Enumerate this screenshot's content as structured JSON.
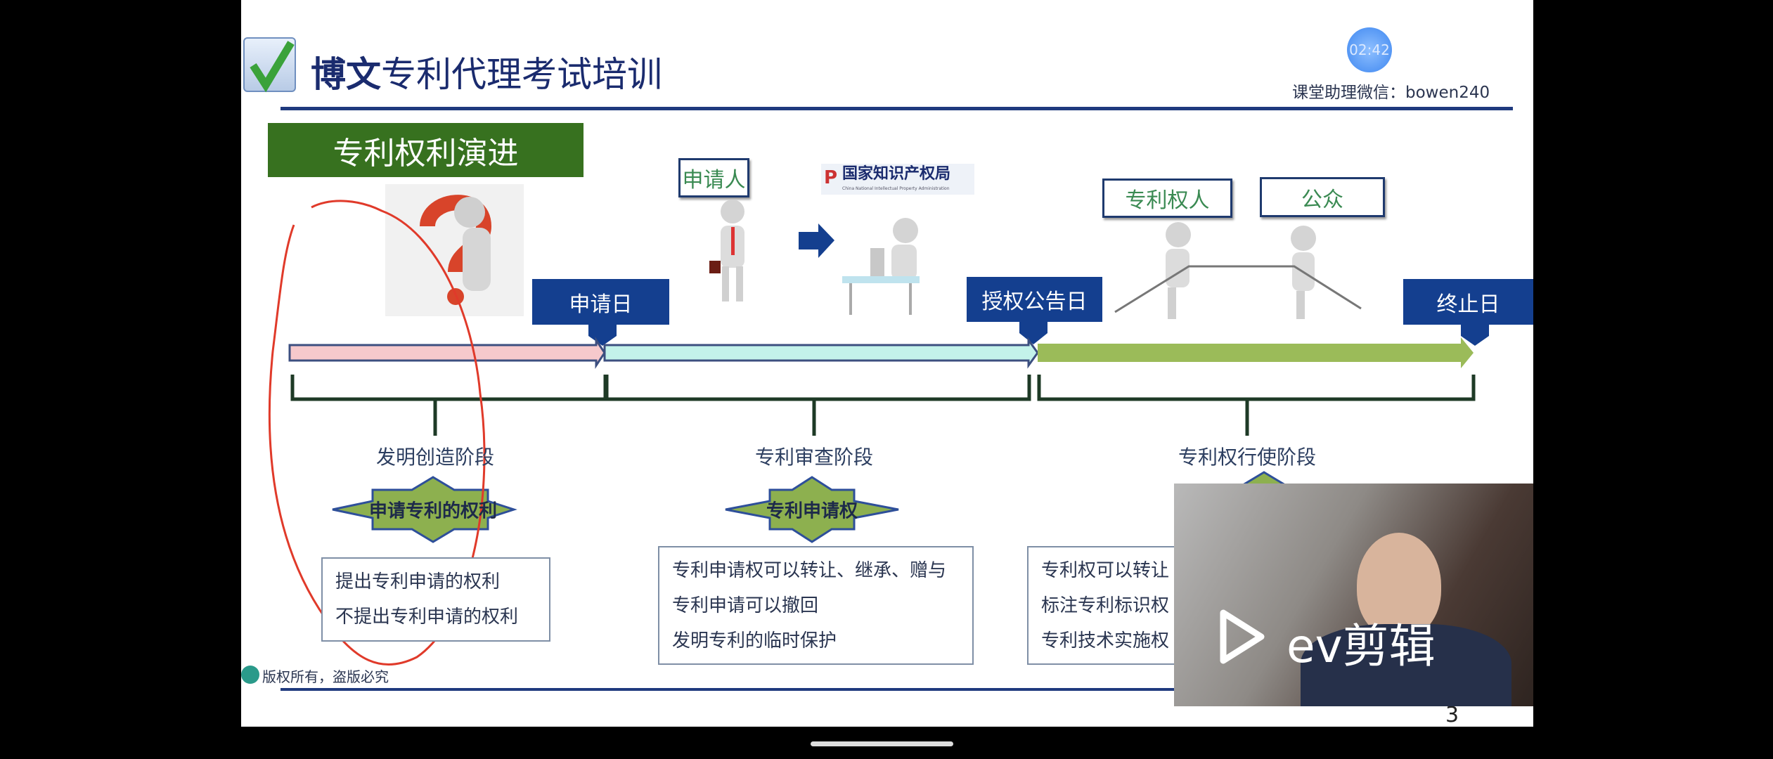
{
  "header": {
    "brand": "博文",
    "title_rest": "专利代理考试培训",
    "timer": "02:42",
    "assistant": "课堂助理微信：bowen240"
  },
  "section_title": "专利权利演进",
  "labels": {
    "applicant": "申请人",
    "office_logo": "国家知识产权局",
    "office_logo_en": "China National Intellectual Property Administration",
    "patentee": "专利权人",
    "public": "公众"
  },
  "milestones": [
    "申请日",
    "授权公告日",
    "终止日"
  ],
  "colors": {
    "navy": "#143f8f",
    "green": "#37711f",
    "pink": "#f6c9cc",
    "cyan": "#c3f2ea",
    "olive": "#9bbb59",
    "red": "#e03a2a"
  },
  "stages": [
    {
      "name": "发明创造阶段",
      "right": "申请专利的权利",
      "items": [
        "提出专利申请的权利",
        "不提出专利申请的权利"
      ]
    },
    {
      "name": "专利审查阶段",
      "right": "专利申请权",
      "items": [
        "专利申请权可以转让、继承、赠与",
        "专利申请可以撤回",
        "发明专利的临时保护"
      ]
    },
    {
      "name": "专利权行使阶段",
      "right": "",
      "items": [
        "专利权可以转让",
        "标注专利标识权",
        "专利技术实施权"
      ]
    }
  ],
  "footer": {
    "copyright": "版权所有，盗版必究",
    "page": "3"
  },
  "overlay": {
    "watermark": "ev剪辑"
  }
}
